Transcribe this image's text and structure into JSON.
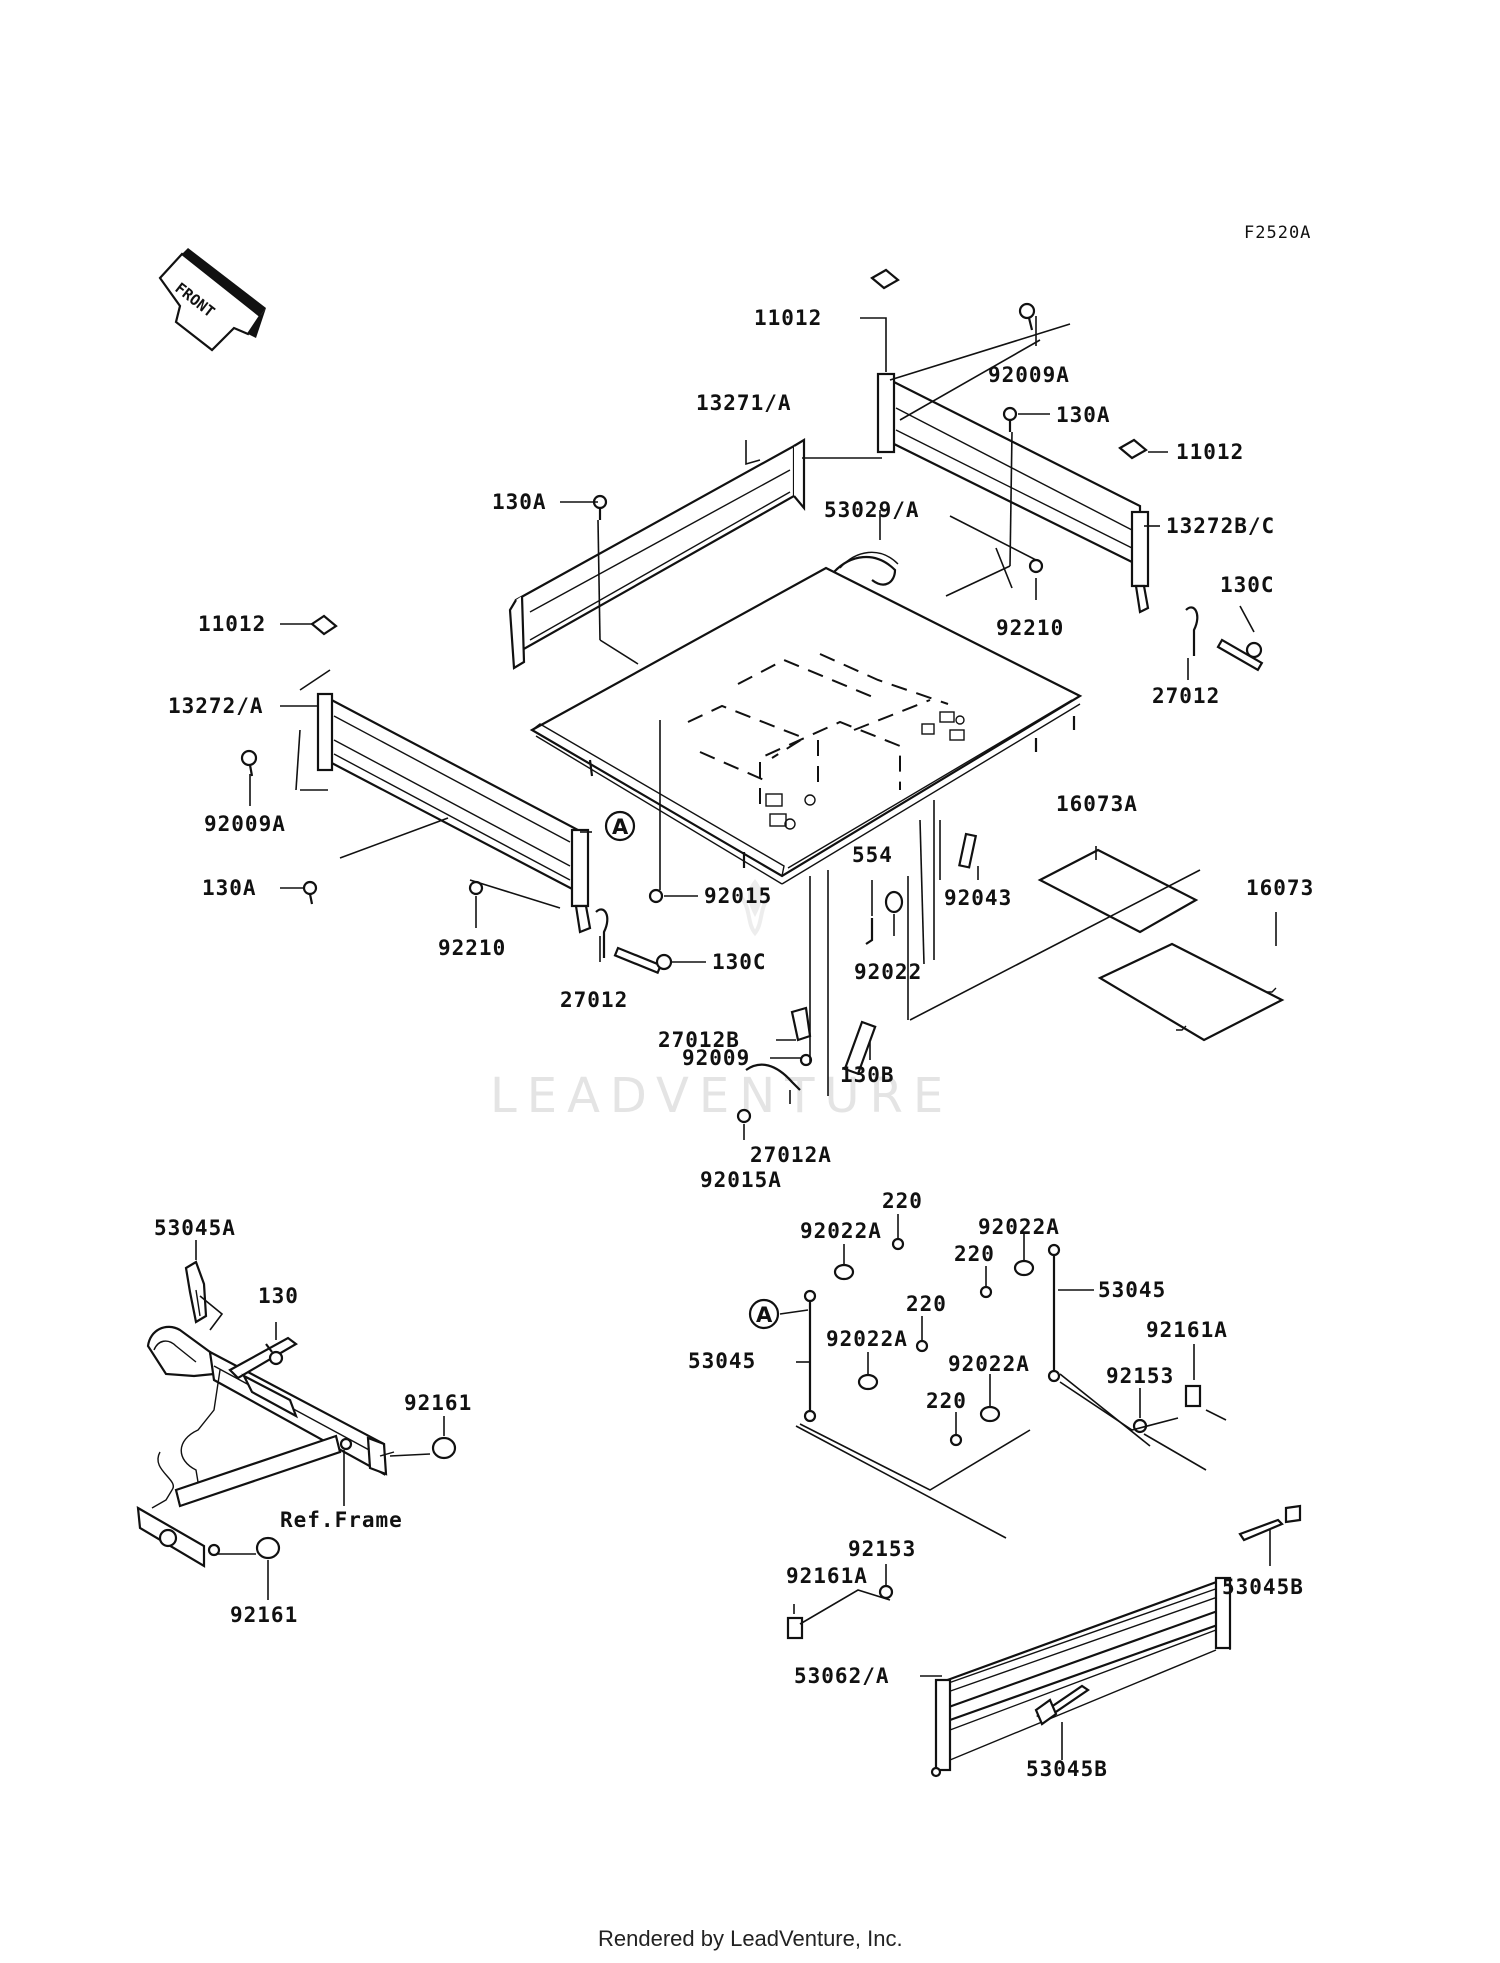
{
  "diagram_code": "F2520A",
  "front_arrow_label": "FRONT",
  "watermark": "LEADVENTURE",
  "footer": "Rendered by LeadVenture, Inc.",
  "ref_marker": "A",
  "labels": {
    "l11012_a": "11012",
    "l92009A_a": "92009A",
    "l13271A": "13271/A",
    "l130A_a": "130A",
    "l11012_b": "11012",
    "l130A_b": "130A",
    "l53029A": "53029/A",
    "l13272BC": "13272B/C",
    "l11012_c": "11012",
    "l130C_a": "130C",
    "l92210_a": "92210",
    "l27012_a": "27012",
    "l13272A": "13272/A",
    "l92009A_b": "92009A",
    "l16073A": "16073A",
    "l16073": "16073",
    "l130A_c": "130A",
    "l554": "554",
    "l92043": "92043",
    "l92015": "92015",
    "l92210_b": "92210",
    "l130C_b": "130C",
    "l92022": "92022",
    "l27012_b": "27012",
    "l27012B": "27012B",
    "l92009": "92009",
    "l130B": "130B",
    "l27012A": "27012A",
    "l92015A": "92015A",
    "l220_a": "220",
    "l92022A_a": "92022A",
    "l92022A_b": "92022A",
    "l220_b": "220",
    "l53045_a": "53045",
    "l220_c": "220",
    "l92022A_c": "92022A",
    "l53045_b": "53045",
    "l92022A_d": "92022A",
    "l92161A_a": "92161A",
    "l92153_a": "92153",
    "l220_d": "220",
    "l53045A": "53045A",
    "l130": "130",
    "l92161_a": "92161",
    "lRefFrame": "Ref.Frame",
    "l92161_b": "92161",
    "l92153_b": "92153",
    "l92161A_b": "92161A",
    "l53045B_a": "53045B",
    "l53062A": "53062/A",
    "l53045B_b": "53045B"
  }
}
